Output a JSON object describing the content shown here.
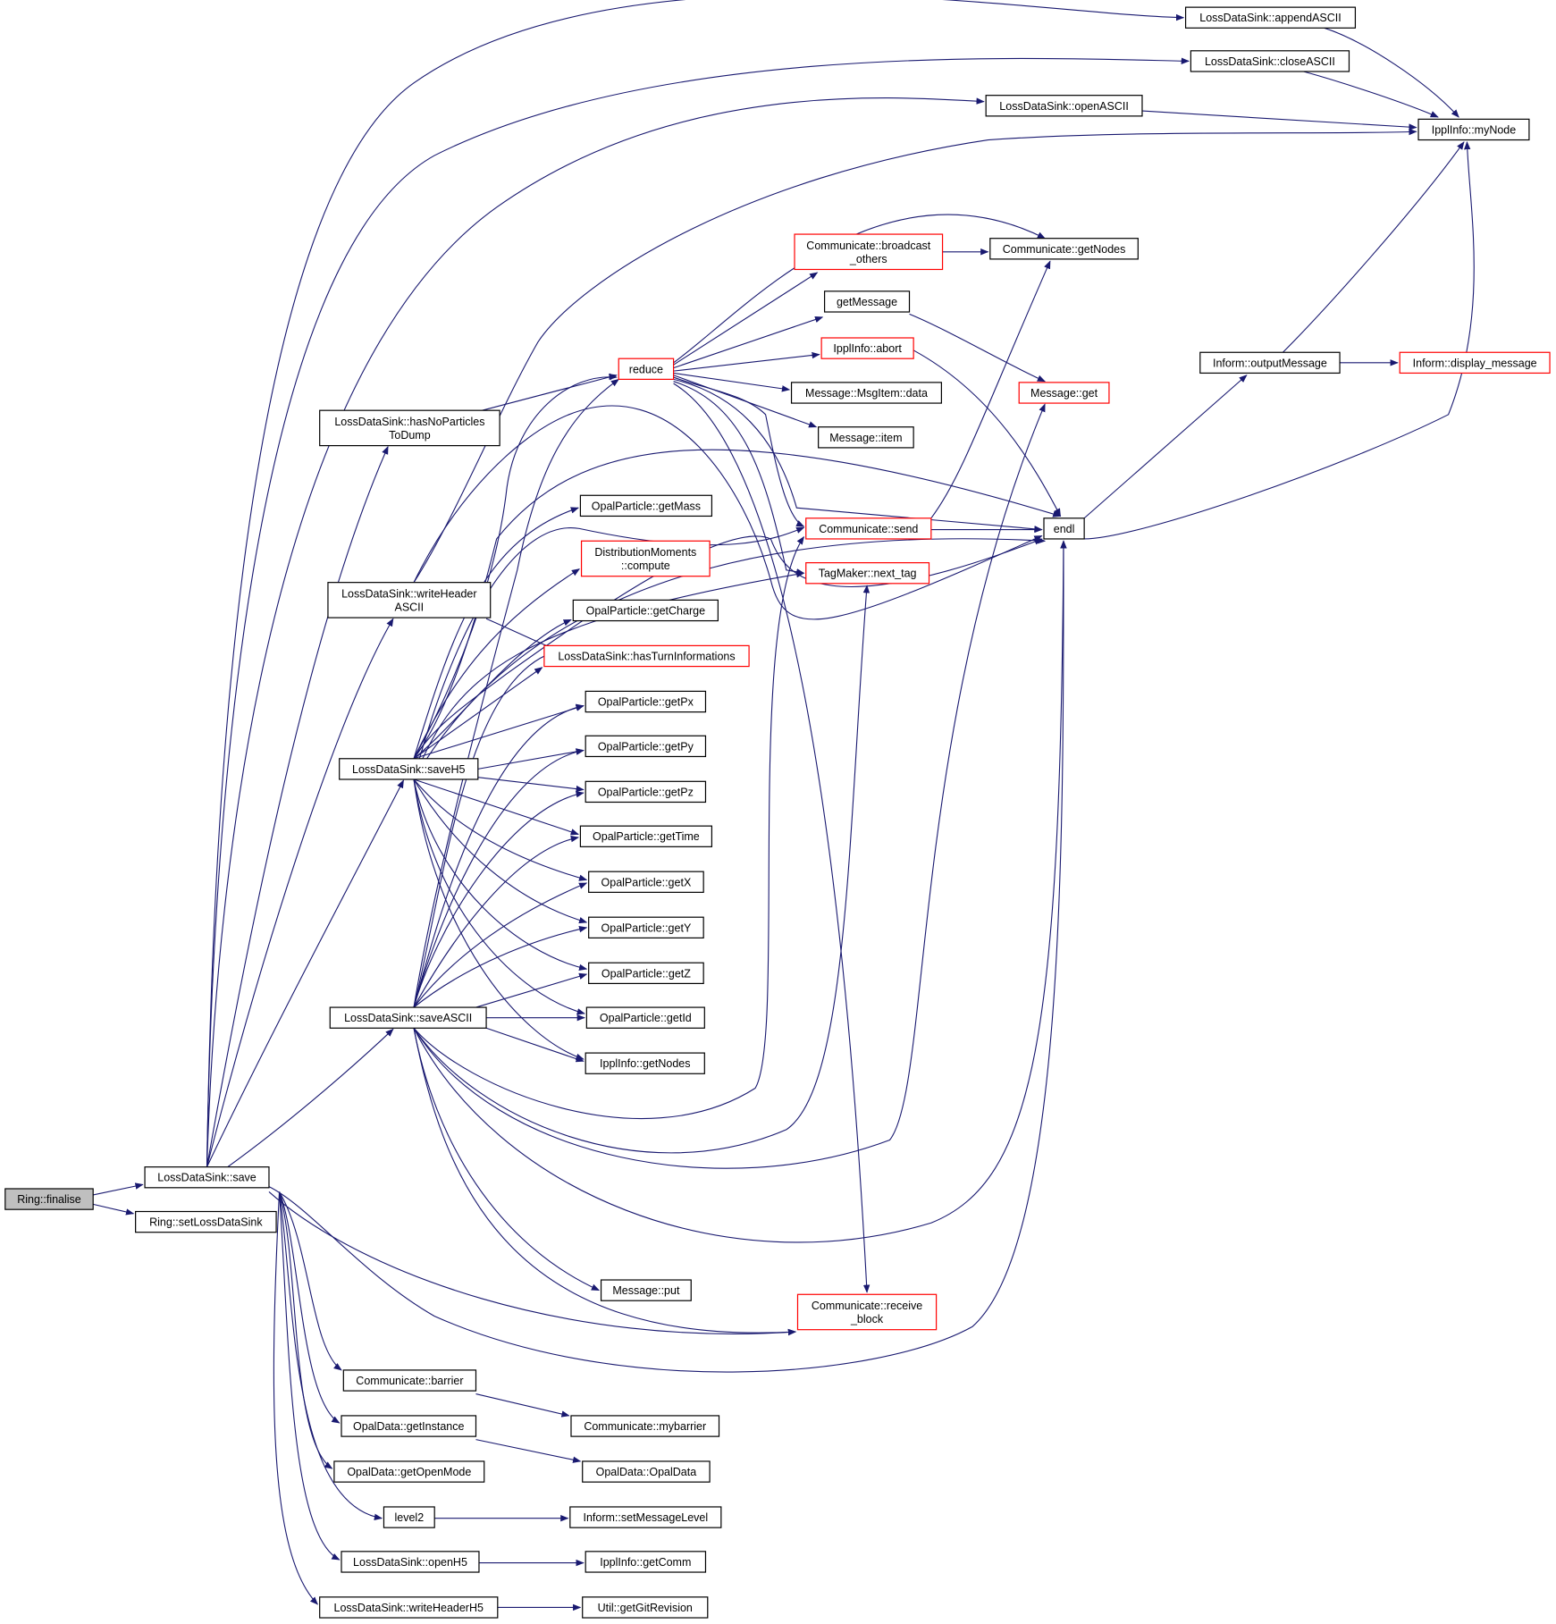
{
  "colors": {
    "edge": "#191970",
    "node_border": "#000000",
    "node_border_truncated": "#ff0000",
    "root_fill": "#bfbfbf",
    "node_fill": "#ffffff"
  },
  "nodes": [
    {
      "id": "ring_finalise",
      "lines": [
        "Ring::finalise"
      ],
      "style": "root"
    },
    {
      "id": "lds_save",
      "lines": [
        "LossDataSink::save"
      ],
      "style": "normal"
    },
    {
      "id": "ring_setLossDataSink",
      "lines": [
        "Ring::setLossDataSink"
      ],
      "style": "normal"
    },
    {
      "id": "lds_appendASCII",
      "lines": [
        "LossDataSink::appendASCII"
      ],
      "style": "normal"
    },
    {
      "id": "lds_closeASCII",
      "lines": [
        "LossDataSink::closeASCII"
      ],
      "style": "normal"
    },
    {
      "id": "lds_openASCII",
      "lines": [
        "LossDataSink::openASCII"
      ],
      "style": "normal"
    },
    {
      "id": "ippl_myNode",
      "lines": [
        "IpplInfo::myNode"
      ],
      "style": "normal"
    },
    {
      "id": "lds_hasNoParticles",
      "lines": [
        "LossDataSink::hasNoParticles",
        "ToDump"
      ],
      "style": "normal"
    },
    {
      "id": "lds_writeHeaderASCII",
      "lines": [
        "LossDataSink::writeHeader",
        "ASCII"
      ],
      "style": "normal"
    },
    {
      "id": "lds_saveH5",
      "lines": [
        "LossDataSink::saveH5"
      ],
      "style": "normal"
    },
    {
      "id": "lds_saveASCII",
      "lines": [
        "LossDataSink::saveASCII"
      ],
      "style": "normal"
    },
    {
      "id": "reduce",
      "lines": [
        "reduce"
      ],
      "style": "truncated"
    },
    {
      "id": "comm_broadcast_others",
      "lines": [
        "Communicate::broadcast",
        "_others"
      ],
      "style": "truncated"
    },
    {
      "id": "comm_getNodes",
      "lines": [
        "Communicate::getNodes"
      ],
      "style": "normal"
    },
    {
      "id": "getMessage",
      "lines": [
        "getMessage"
      ],
      "style": "normal"
    },
    {
      "id": "ippl_abort",
      "lines": [
        "IpplInfo::abort"
      ],
      "style": "truncated"
    },
    {
      "id": "msgitem_data",
      "lines": [
        "Message::MsgItem::data"
      ],
      "style": "normal"
    },
    {
      "id": "message_item",
      "lines": [
        "Message::item"
      ],
      "style": "normal"
    },
    {
      "id": "message_get",
      "lines": [
        "Message::get"
      ],
      "style": "truncated"
    },
    {
      "id": "inform_outputMessage",
      "lines": [
        "Inform::outputMessage"
      ],
      "style": "normal"
    },
    {
      "id": "inform_display_message",
      "lines": [
        "Inform::display_message"
      ],
      "style": "truncated"
    },
    {
      "id": "opal_getMass",
      "lines": [
        "OpalParticle::getMass"
      ],
      "style": "normal"
    },
    {
      "id": "dist_compute",
      "lines": [
        "DistributionMoments",
        "::compute"
      ],
      "style": "truncated"
    },
    {
      "id": "comm_send",
      "lines": [
        "Communicate::send"
      ],
      "style": "truncated"
    },
    {
      "id": "endl",
      "lines": [
        "endl"
      ],
      "style": "normal"
    },
    {
      "id": "tagmaker_next_tag",
      "lines": [
        "TagMaker::next_tag"
      ],
      "style": "truncated"
    },
    {
      "id": "opal_getCharge",
      "lines": [
        "OpalParticle::getCharge"
      ],
      "style": "normal"
    },
    {
      "id": "lds_hasTurnInformations",
      "lines": [
        "LossDataSink::hasTurnInformations"
      ],
      "style": "truncated"
    },
    {
      "id": "opal_getPx",
      "lines": [
        "OpalParticle::getPx"
      ],
      "style": "normal"
    },
    {
      "id": "opal_getPy",
      "lines": [
        "OpalParticle::getPy"
      ],
      "style": "normal"
    },
    {
      "id": "opal_getPz",
      "lines": [
        "OpalParticle::getPz"
      ],
      "style": "normal"
    },
    {
      "id": "opal_getTime",
      "lines": [
        "OpalParticle::getTime"
      ],
      "style": "normal"
    },
    {
      "id": "opal_getX",
      "lines": [
        "OpalParticle::getX"
      ],
      "style": "normal"
    },
    {
      "id": "opal_getY",
      "lines": [
        "OpalParticle::getY"
      ],
      "style": "normal"
    },
    {
      "id": "opal_getZ",
      "lines": [
        "OpalParticle::getZ"
      ],
      "style": "normal"
    },
    {
      "id": "opal_getId",
      "lines": [
        "OpalParticle::getId"
      ],
      "style": "normal"
    },
    {
      "id": "ippl_getNodes",
      "lines": [
        "IpplInfo::getNodes"
      ],
      "style": "normal"
    },
    {
      "id": "message_put",
      "lines": [
        "Message::put"
      ],
      "style": "normal"
    },
    {
      "id": "comm_receive_block",
      "lines": [
        "Communicate::receive",
        "_block"
      ],
      "style": "truncated"
    },
    {
      "id": "comm_barrier",
      "lines": [
        "Communicate::barrier"
      ],
      "style": "normal"
    },
    {
      "id": "comm_mybarrier",
      "lines": [
        "Communicate::mybarrier"
      ],
      "style": "normal"
    },
    {
      "id": "opaldata_getInstance",
      "lines": [
        "OpalData::getInstance"
      ],
      "style": "normal"
    },
    {
      "id": "opaldata_OpalData",
      "lines": [
        "OpalData::OpalData"
      ],
      "style": "normal"
    },
    {
      "id": "opaldata_getOpenMode",
      "lines": [
        "OpalData::getOpenMode"
      ],
      "style": "normal"
    },
    {
      "id": "level2",
      "lines": [
        "level2"
      ],
      "style": "normal"
    },
    {
      "id": "inform_setMessageLevel",
      "lines": [
        "Inform::setMessageLevel"
      ],
      "style": "normal"
    },
    {
      "id": "lds_openH5",
      "lines": [
        "LossDataSink::openH5"
      ],
      "style": "normal"
    },
    {
      "id": "ippl_getComm",
      "lines": [
        "IpplInfo::getComm"
      ],
      "style": "normal"
    },
    {
      "id": "lds_writeHeaderH5",
      "lines": [
        "LossDataSink::writeHeaderH5"
      ],
      "style": "normal"
    },
    {
      "id": "util_getGitRevision",
      "lines": [
        "Util::getGitRevision"
      ],
      "style": "normal"
    }
  ]
}
